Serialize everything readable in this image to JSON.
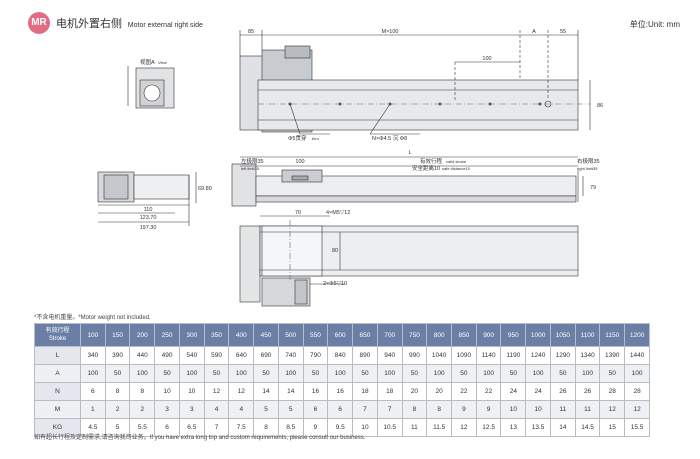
{
  "header": {
    "badge": "MR",
    "title_cn": "电机外置右侧",
    "title_en": "Motor external right side",
    "unit": "单位:Unit: mm"
  },
  "drawing": {
    "labels": {
      "dim_85": "85",
      "dim_mx100": "M×100",
      "dim_a": "A",
      "dim_55": "55",
      "dim_100_top": "100",
      "dim_86": "86",
      "hole_phi5": "Φ5贯穿",
      "hole_phi5_en": "thru",
      "hole_nx": "N×Φ4.5 沉 Φ8",
      "view_a": "视图A",
      "view_a_en": "View",
      "dim_l": "L",
      "dim_left_limit": "左极限35",
      "dim_left_limit_en": "left limit35",
      "dim_100_mid": "100",
      "dim_stroke": "有效行程",
      "dim_stroke_en": "valid stroke",
      "dim_safety": "安全距离10",
      "dim_safety_en": "safe distance10",
      "dim_right_limit": "右极限35",
      "dim_right_limit_en": "right limit35",
      "dim_79": "79",
      "dim_69_80": "69.80",
      "dim_110": "110",
      "dim_123_70": "123.70",
      "dim_197_30": "197.30",
      "dim_70": "70",
      "dim_4x_m5": "4×M5▽12",
      "dim_80": "80",
      "dim_2x_phi5": "2×Φ5▽10"
    }
  },
  "note": "*不含电机重量。*Motor weight not included.",
  "table": {
    "header_label_cn": "有效行程",
    "header_label_en": "Stroke",
    "strokes": [
      "100",
      "150",
      "200",
      "250",
      "300",
      "350",
      "400",
      "450",
      "500",
      "550",
      "600",
      "650",
      "700",
      "750",
      "800",
      "850",
      "900",
      "950",
      "1000",
      "1050",
      "1100",
      "1150",
      "1200"
    ],
    "rows": [
      {
        "label": "L",
        "values": [
          "340",
          "390",
          "440",
          "490",
          "540",
          "590",
          "640",
          "690",
          "740",
          "790",
          "840",
          "890",
          "940",
          "990",
          "1040",
          "1090",
          "1140",
          "1190",
          "1240",
          "1290",
          "1340",
          "1390",
          "1440"
        ]
      },
      {
        "label": "A",
        "values": [
          "100",
          "50",
          "100",
          "50",
          "100",
          "50",
          "100",
          "50",
          "100",
          "50",
          "100",
          "50",
          "100",
          "50",
          "100",
          "50",
          "100",
          "50",
          "100",
          "50",
          "100",
          "50",
          "100"
        ]
      },
      {
        "label": "N",
        "values": [
          "6",
          "8",
          "8",
          "10",
          "10",
          "12",
          "12",
          "14",
          "14",
          "16",
          "16",
          "18",
          "18",
          "20",
          "20",
          "22",
          "22",
          "24",
          "24",
          "26",
          "26",
          "28",
          "28"
        ]
      },
      {
        "label": "M",
        "values": [
          "1",
          "2",
          "2",
          "3",
          "3",
          "4",
          "4",
          "5",
          "5",
          "6",
          "6",
          "7",
          "7",
          "8",
          "8",
          "9",
          "9",
          "10",
          "10",
          "11",
          "11",
          "12",
          "12"
        ]
      },
      {
        "label": "KG",
        "values": [
          "4.5",
          "5",
          "5.5",
          "6",
          "6.5",
          "7",
          "7.5",
          "8",
          "8.5",
          "9",
          "9.5",
          "10",
          "10.5",
          "11",
          "11.5",
          "12",
          "12.5",
          "13",
          "13.5",
          "14",
          "14.5",
          "15",
          "15.5"
        ]
      }
    ]
  },
  "footer": "如有超长行程及定制需求,请咨询我司业务。If you have extra long trip and custom requirements, please consult our business."
}
